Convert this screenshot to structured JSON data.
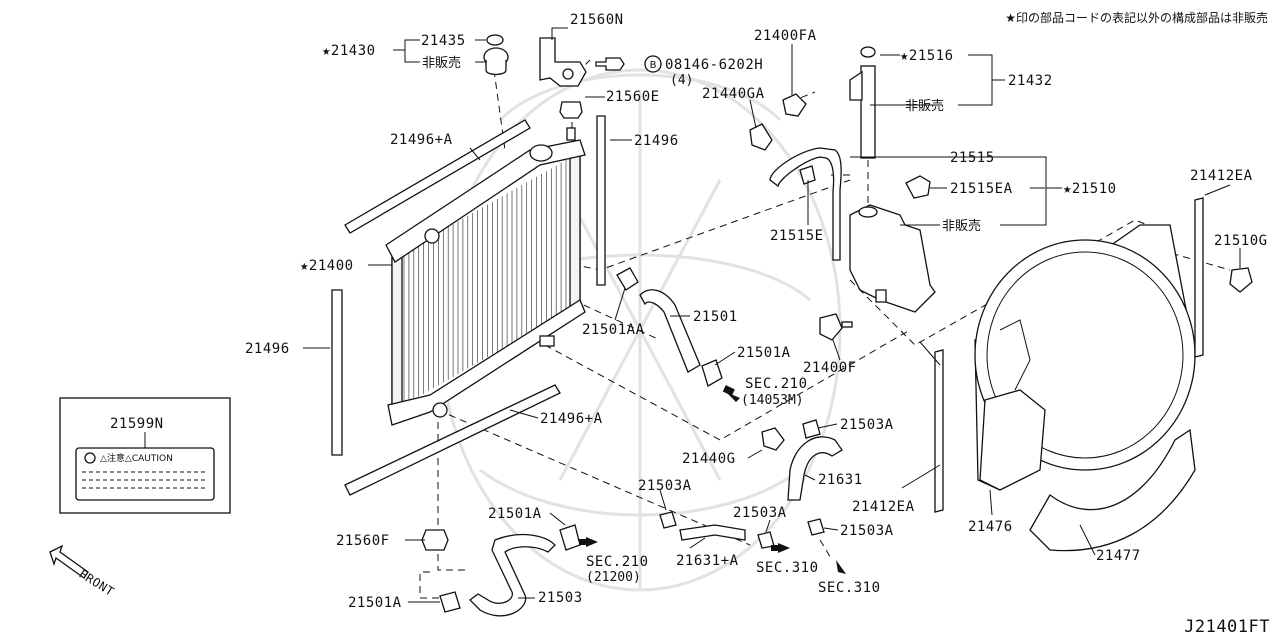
{
  "diagram_code": "J21401FT",
  "note": "★印の部品コードの表記以外の構成部品は非販売",
  "labels": {
    "l21430": "★21430",
    "l21435": "21435",
    "l_hihan1": "非販売",
    "l21560n": "21560N",
    "l08146": "08146-6202H",
    "l08146_qty": "(4)",
    "l08146_b": "B",
    "l21560e": "21560E",
    "l21400fa": "21400FA",
    "l21440ga": "21440GA",
    "l21516": "★21516",
    "l21432": "21432",
    "l_hihan2": "非販売",
    "l21496a_top": "21496+A",
    "l21496_top": "21496",
    "l21515": "21515",
    "l21515ea": "21515EA",
    "l21510": "★21510",
    "l21515e": "21515E",
    "l_hihan3": "非販売",
    "l21412ea_top": "21412EA",
    "l21510g": "21510G",
    "l21400": "★21400",
    "l21496_left": "21496",
    "l21501aa": "21501AA",
    "l21501": "21501",
    "l21501a_mid": "21501A",
    "l21400f": "21400F",
    "l_sec210a": "SEC.210",
    "l_sec210a_sub": "(14053M)",
    "l21599n": "21599N",
    "l_caution": "△注意△CAUTION",
    "l21496a_bottom": "21496+A",
    "l21503a_1": "21503A",
    "l21440g": "21440G",
    "l21631": "21631",
    "l21503a_2": "21503A",
    "l21412ea_bottom": "21412EA",
    "l21476": "21476",
    "l21501a_low": "21501A",
    "l21560f": "21560F",
    "l_sec210b": "SEC.210",
    "l_sec210b_sub": "(21200)",
    "l21503a_3": "21503A",
    "l21503a_4": "21503A",
    "l21631a": "21631+A",
    "l_sec310a": "SEC.310",
    "l_sec310b": "SEC.310",
    "l21477": "21477",
    "l21501a_bot": "21501A",
    "l21503": "21503",
    "l_front": "FRONT"
  }
}
